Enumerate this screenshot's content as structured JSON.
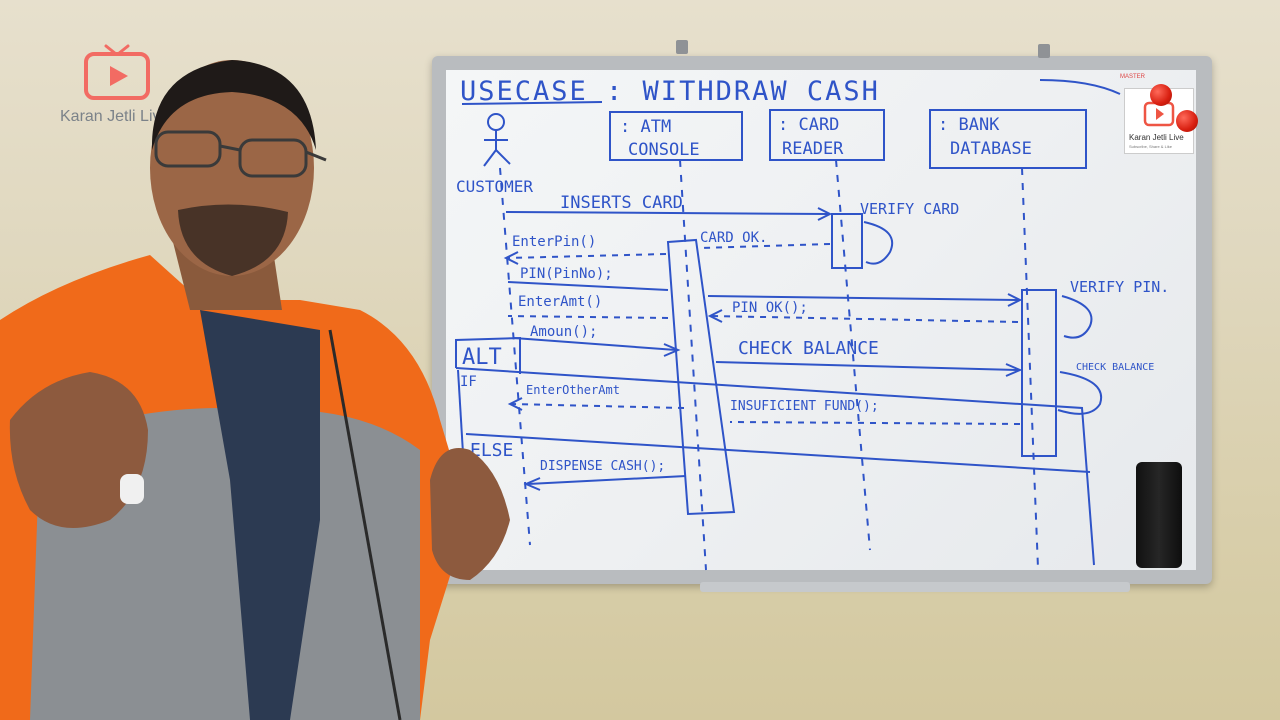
{
  "channel": {
    "name": "Karan Jetli Live"
  },
  "board": {
    "brand": "MASTER",
    "sticker": {
      "name": "Karan Jetli Live",
      "tagline": "Subscribe, Share & Like"
    },
    "title": "USECASE : WITHDRAW CASH",
    "actor": "CUSTOMER",
    "lifelines": [
      {
        "label_line1": ": ATM",
        "label_line2": "CONSOLE"
      },
      {
        "label_line1": ": CARD",
        "label_line2": "READER"
      },
      {
        "label_line1": ": BANK",
        "label_line2": "DATABASE"
      }
    ],
    "messages": {
      "inserts_card": "INSERTS CARD",
      "verify_card": "VERIFY CARD",
      "enter_pin": "EnterPin()",
      "card_ok": "CARD OK.",
      "pin": "PIN(PinNo);",
      "enter_amt": "EnterAmt()",
      "pin_ok": "PIN OK();",
      "verify_pin": "VERIFY PIN.",
      "amount": "Amoun();",
      "check_balance": "CHECK BALANCE",
      "check_balance_self": "CHECK BALANCE",
      "enter_other_amt": "EnterOtherAmt",
      "insufficient_fund": "INSUFICIENT FUND();",
      "dispense_cash": "DISPENSE CASH();"
    },
    "fragment": {
      "label": "ALT",
      "guard_if": "IF",
      "guard_else": "ELSE"
    }
  },
  "colors": {
    "ink": "#2f54c8",
    "jacket_orange": "#f06a1a",
    "jacket_gray": "#8b8f93",
    "magnet_red": "#d81f10",
    "logo_red": "#f26b63"
  }
}
